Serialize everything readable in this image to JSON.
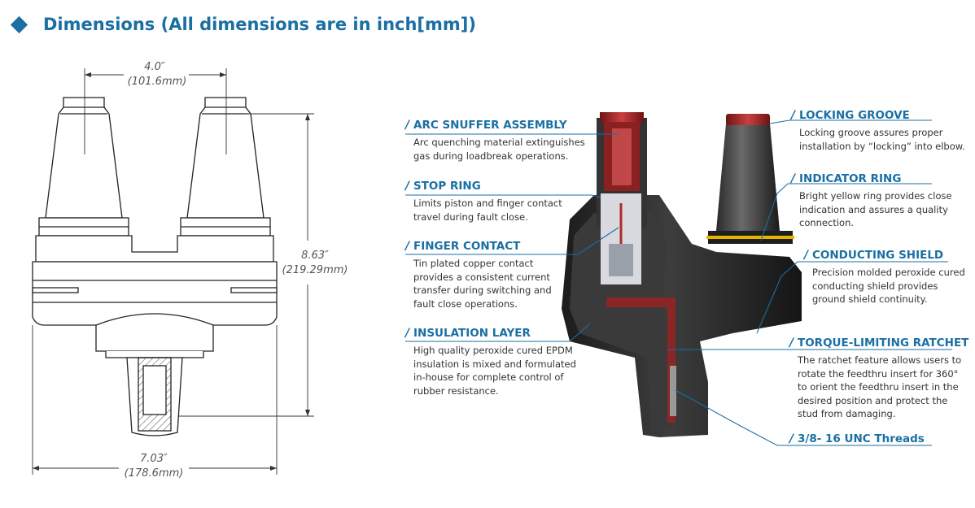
{
  "header": {
    "title": "Dimensions (All dimensions are in inch[mm])"
  },
  "dimensions": {
    "width_top": {
      "inch": "4.0″",
      "mm": "(101.6mm)"
    },
    "height": {
      "inch": "8.63″",
      "mm": "(219.29mm)"
    },
    "width_bottom": {
      "inch": "7.03″",
      "mm": "(178.6mm)"
    }
  },
  "callouts": {
    "arc_snuffer": {
      "title": "ARC SNUFFER ASSEMBLY",
      "lines": [
        "Arc quenching material extinguishes",
        "gas during loadbreak operations."
      ]
    },
    "stop_ring": {
      "title": "STOP RING",
      "lines": [
        "Limits piston and finger contact",
        "travel during fault close."
      ]
    },
    "finger_contact": {
      "title": "FINGER CONTACT",
      "lines": [
        "Tin plated copper contact",
        "provides a consistent current",
        "transfer during switching and",
        "fault close operations."
      ]
    },
    "insulation_layer": {
      "title": "INSULATION LAYER",
      "lines": [
        "High quality peroxide cured EPDM",
        "insulation is mixed and formulated",
        "in-house for complete control of",
        "rubber resistance."
      ]
    },
    "locking_groove": {
      "title": "LOCKING GROOVE",
      "lines": [
        "Locking groove assures proper",
        "installation by “locking” into elbow."
      ]
    },
    "indicator_ring": {
      "title": "INDICATOR RING",
      "lines": [
        "Bright yellow ring provides close",
        "indication and assures a quality",
        "connection."
      ]
    },
    "conducting_shield": {
      "title": "CONDUCTING SHIELD",
      "lines": [
        "Precision molded peroxide cured",
        "conducting shield provides",
        "ground shield continuity."
      ]
    },
    "torque_ratchet": {
      "title": "TORQUE-LIMITING RATCHET",
      "lines": [
        "The ratchet feature allows users to",
        "rotate the feedthru insert for 360°",
        "to orient the feedthru insert in the",
        "desired position and protect the",
        "stud from damaging."
      ]
    },
    "threads": {
      "title": "3/8- 16 UNC Threads",
      "lines": []
    }
  },
  "colors": {
    "accent": "#1a6fa3",
    "rubber": "#2a2a2a",
    "red": "#b02a2a",
    "yellow": "#e6b400"
  }
}
